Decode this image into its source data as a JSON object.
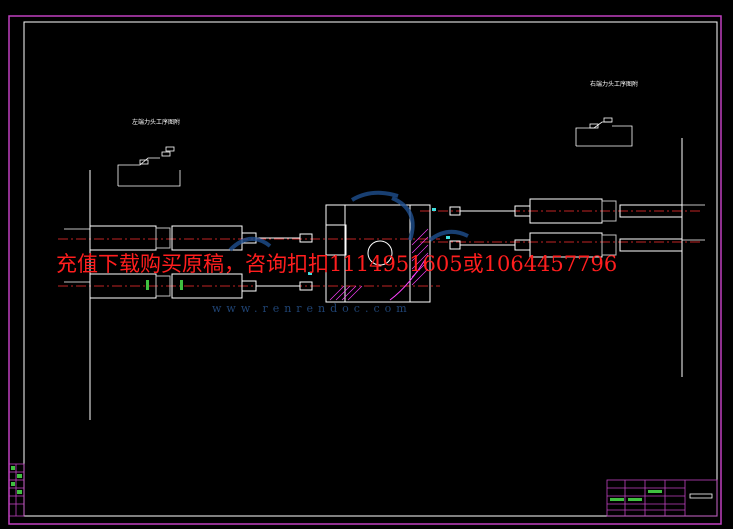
{
  "overlay_text": "充值下载购买原稿，咨询扣扣1114951605或1064457796",
  "watermark": {
    "url": "www.renrendoc.com"
  },
  "labels": {
    "left_diagram_title": "左端力头工序图附",
    "right_diagram_title": "右端力头工序图附"
  },
  "colors": {
    "background": "#000000",
    "frame": "#c040c0",
    "line": "#ffffff",
    "center_line": "#ff3030",
    "hatch": "#ff40ff",
    "accent": "#40e0e0",
    "green": "#40c040",
    "watermark": "#2a5a9a",
    "overlay": "#ff1e1e"
  }
}
